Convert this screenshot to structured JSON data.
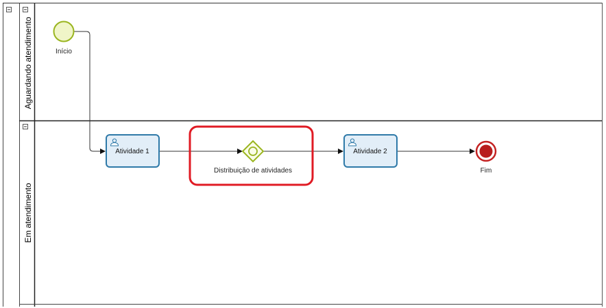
{
  "diagram": {
    "lanes": [
      {
        "id": "aguardando",
        "title": "Aguardando atendimento"
      },
      {
        "id": "em",
        "title": "Em atendimento"
      }
    ],
    "collapse_symbol": "⊟",
    "nodes": {
      "start": {
        "type": "start-event",
        "label": "Início"
      },
      "task1": {
        "type": "user-task",
        "label": "Atividade 1",
        "icon": "user-icon"
      },
      "gateway": {
        "type": "event-based-gateway",
        "label": "Distribuição de atividades",
        "highlighted": true
      },
      "task2": {
        "type": "user-task",
        "label": "Atividade 2",
        "icon": "user-icon"
      },
      "end": {
        "type": "end-event",
        "label": "Fim"
      }
    },
    "flows": [
      {
        "from": "Início",
        "to": "Atividade 1"
      },
      {
        "from": "Atividade 1",
        "to": "Distribuição de atividades"
      },
      {
        "from": "Distribuição de atividades",
        "to": "Atividade 2"
      },
      {
        "from": "Atividade 2",
        "to": "Fim"
      }
    ],
    "colors": {
      "start_fill": "#f0f5c8",
      "start_stroke": "#9ab51f",
      "task_fill": "#e2eef8",
      "task_stroke": "#2e79a8",
      "gateway_stroke": "#9ab51f",
      "end_fill": "#b81e1e",
      "end_stroke": "#c42222",
      "highlight": "#e01b24",
      "line": "#333333"
    }
  }
}
